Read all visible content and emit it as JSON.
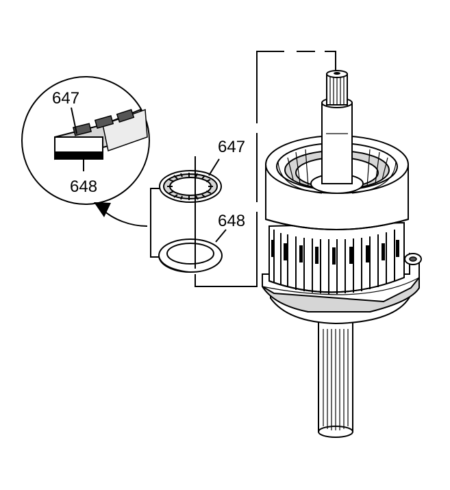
{
  "callouts": {
    "detail_top": "647",
    "detail_bottom": "648",
    "bearing": "647",
    "washer": "648"
  },
  "icons": {
    "arrow": "curved-arrow-icon"
  }
}
